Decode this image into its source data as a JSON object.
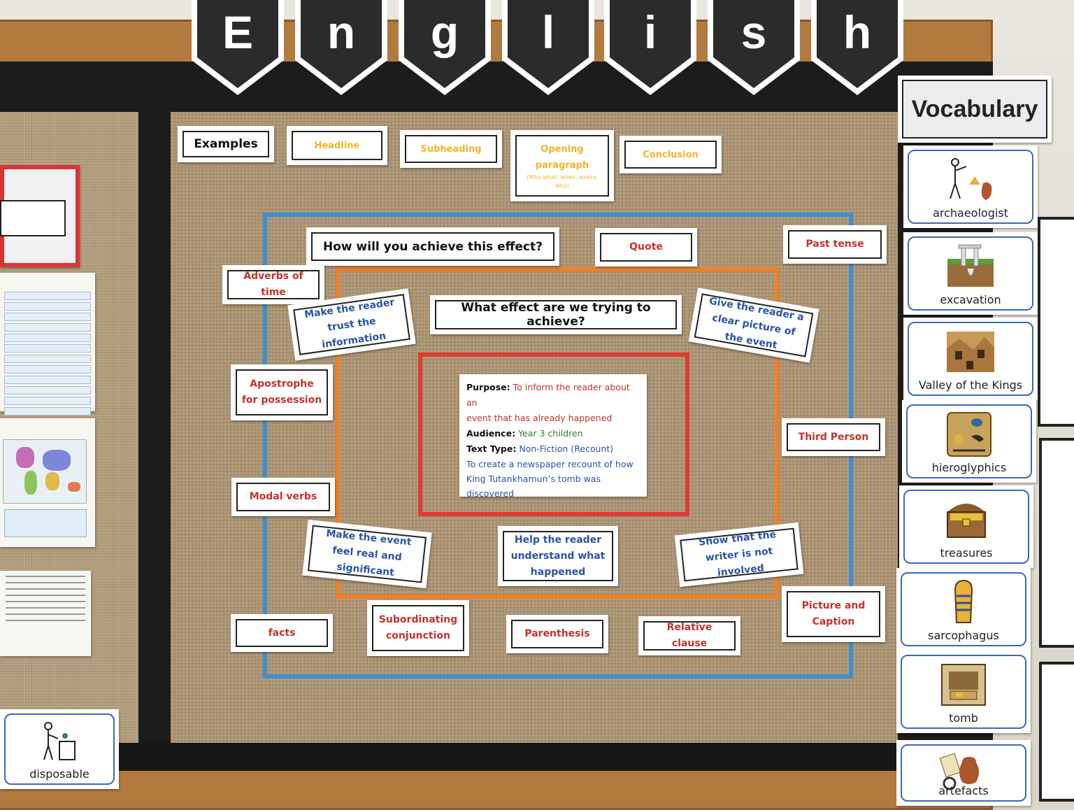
{
  "banner": {
    "letters": [
      "E",
      "n",
      "g",
      "l",
      "i",
      "s",
      "h"
    ]
  },
  "examples_row": {
    "examples": "Examples",
    "headline": "Headline",
    "subheading": "Subheading",
    "opening_paragraph": "Opening paragraph",
    "opening_note": "(Who what, when, where, why)",
    "conclusion": "Conclusion"
  },
  "questions": {
    "achieve": "How will you achieve this effect?",
    "effect": "What effect are we trying to achieve?"
  },
  "features": {
    "quote": "Quote",
    "past_tense": "Past tense",
    "adverbs_of_time": "Adverbs of time",
    "apostrophe": "Apostrophe for possession",
    "modal_verbs": "Modal verbs",
    "facts": "facts",
    "subordinating": "Subordinating conjunction",
    "parenthesis": "Parenthesis",
    "relative_clause": "Relative clause",
    "third_person": "Third Person",
    "picture_caption": "Picture and Caption"
  },
  "effects": {
    "trust": "Make the reader trust the information",
    "clear_picture": "Give the reader a clear picture of the event",
    "real_significant": "Make the event feel real and significant",
    "understand": "Help the reader understand what happened",
    "not_involved": "Show that the writer is not involved"
  },
  "purpose_card": {
    "purpose_label": "Purpose:",
    "purpose_text_1": "To inform the reader about an",
    "purpose_text_2": "event that has already happened",
    "audience_label": "Audience:",
    "audience_text": "Year 3 children",
    "texttype_label": "Text Type:",
    "texttype_text": "Non-Fiction (Recount)",
    "task_1": "To create a newspaper recount of how",
    "task_2": "King Tutankhamun’s tomb was",
    "task_3": "discovered"
  },
  "vocabulary": {
    "title": "Vocabulary",
    "words": [
      "archaeologist",
      "excavation",
      "Valley of the Kings",
      "hieroglyphics",
      "treasures",
      "sarcophagus",
      "tomb",
      "artefacts"
    ]
  },
  "left_panel": {
    "disposable": "disposable"
  },
  "colors": {
    "blue_tape": "#3d8fd0",
    "orange_tape": "#f07f26",
    "red_tape": "#e03a34",
    "feature_text": "#c8322c",
    "effect_text": "#2a55a4",
    "example_text": "#f1b52a"
  }
}
